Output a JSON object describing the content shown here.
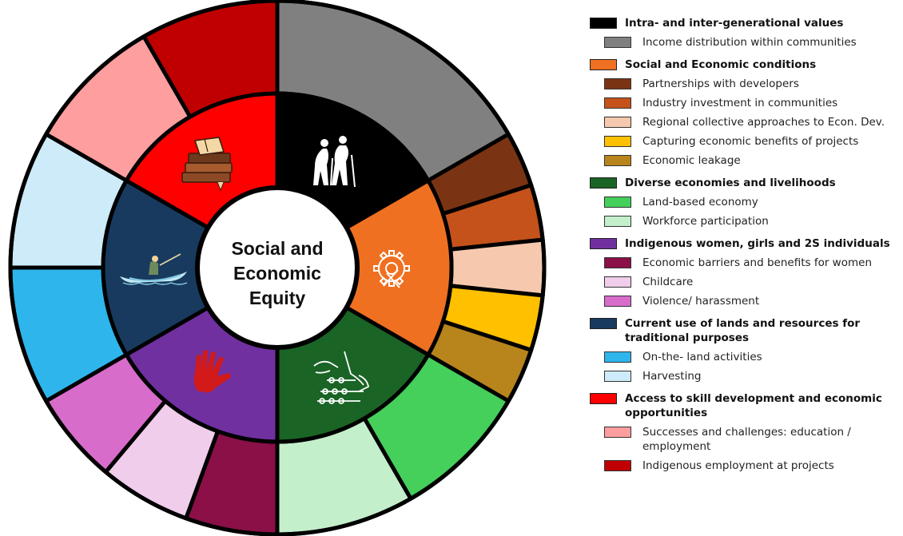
{
  "center": {
    "lines": [
      "Social and",
      "Economic",
      "Equity"
    ]
  },
  "categories": [
    {
      "name": "Intra- and inter-generational values",
      "color": "#000000",
      "icon": "elderly-couple-icon",
      "subs": [
        {
          "name": "Income distribution within communities",
          "color": "#808080"
        }
      ]
    },
    {
      "name": "Social and Economic conditions",
      "color": "#EF7020",
      "icon": "gear-tools-icon",
      "subs": [
        {
          "name": "Partnerships with developers",
          "color": "#7B3413"
        },
        {
          "name": "Industry investment in communities",
          "color": "#C4521A"
        },
        {
          "name": "Regional collective approaches to Econ. Dev.",
          "color": "#F6C9AE"
        },
        {
          "name": "Capturing economic benefits of projects",
          "color": "#FFC000"
        },
        {
          "name": "Economic leakage",
          "color": "#B8841C"
        }
      ]
    },
    {
      "name": "Diverse economies and livelihoods",
      "color": "#1A6426",
      "icon": "hands-abacus-icon",
      "subs": [
        {
          "name": "Land-based economy",
          "color": "#45CF5B"
        },
        {
          "name": "Workforce participation",
          "color": "#C4EFCB"
        }
      ]
    },
    {
      "name": "Indigenous women, girls and 2S individuals",
      "color": "#7030A0",
      "icon": "red-hand-icon",
      "subs": [
        {
          "name": "Economic barriers and benefits for women",
          "color": "#8A1047"
        },
        {
          "name": "Childcare",
          "color": "#F0CDEA"
        },
        {
          "name": "Violence/ harassment",
          "color": "#D76CCB"
        }
      ]
    },
    {
      "name": "Current use of lands and resources for traditional purposes",
      "color": "#183A5E",
      "icon": "canoe-fisher-icon",
      "subs": [
        {
          "name": "On-the- land activities",
          "color": "#2EB5EC"
        },
        {
          "name": "Harvesting",
          "color": "#CDEBF8"
        }
      ]
    },
    {
      "name": "Access to skill development and economic opportunities",
      "color": "#FF0000",
      "icon": "books-icon",
      "subs": [
        {
          "name": "Successes and challenges: education / employment",
          "color": "#FF9E9E"
        },
        {
          "name": "Indigenous employment at projects",
          "color": "#C00000"
        }
      ]
    }
  ],
  "wheel": {
    "inner_order": [
      0,
      1,
      2,
      3,
      4,
      5
    ],
    "outer_order": [
      [
        0,
        0
      ],
      [
        1,
        0
      ],
      [
        1,
        1
      ],
      [
        1,
        2
      ],
      [
        1,
        3
      ],
      [
        1,
        4
      ],
      [
        2,
        0
      ],
      [
        2,
        1
      ],
      [
        3,
        0
      ],
      [
        3,
        1
      ],
      [
        3,
        2
      ],
      [
        4,
        0
      ],
      [
        4,
        1
      ],
      [
        5,
        0
      ],
      [
        5,
        1
      ]
    ]
  }
}
